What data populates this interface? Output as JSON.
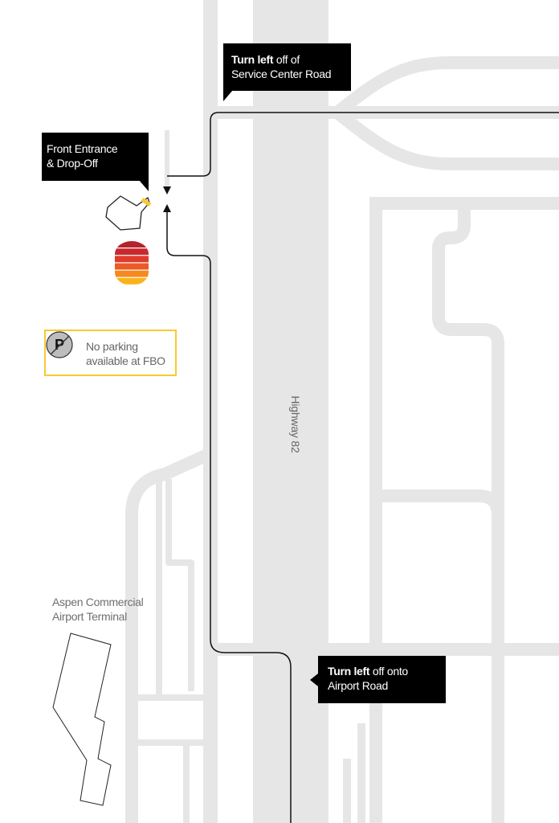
{
  "map": {
    "road_label": "Highway 82",
    "directions": [
      {
        "id": "service-center",
        "bold": "Turn left",
        "rest_line1": " off of",
        "line2": "Service Center Road"
      },
      {
        "id": "front-entrance",
        "bold": "",
        "rest_line1": "Front Entrance",
        "line2": "& Drop-Off"
      },
      {
        "id": "airport-road",
        "bold": "Turn left",
        "rest_line1": " off onto",
        "line2": "Airport Road"
      }
    ],
    "parking_notice": {
      "line1": "No parking",
      "line2": "available at FBO",
      "icon_letter": "P"
    },
    "terminal_label": {
      "line1": "Aspen Commercial",
      "line2": "Airport Terminal"
    },
    "colors": {
      "road": "#e6e6e6",
      "route": "#111111",
      "callout_bg": "#000000",
      "accent_yellow": "#f9c934",
      "logo_stripes": [
        "#b3232b",
        "#c8292e",
        "#de3b2c",
        "#ee5a25",
        "#f68a1f",
        "#fbb21a"
      ]
    },
    "icons": [
      "parking-prohibited-icon",
      "fbo-logo-icon",
      "arrow-up-icon",
      "arrow-down-icon"
    ]
  }
}
